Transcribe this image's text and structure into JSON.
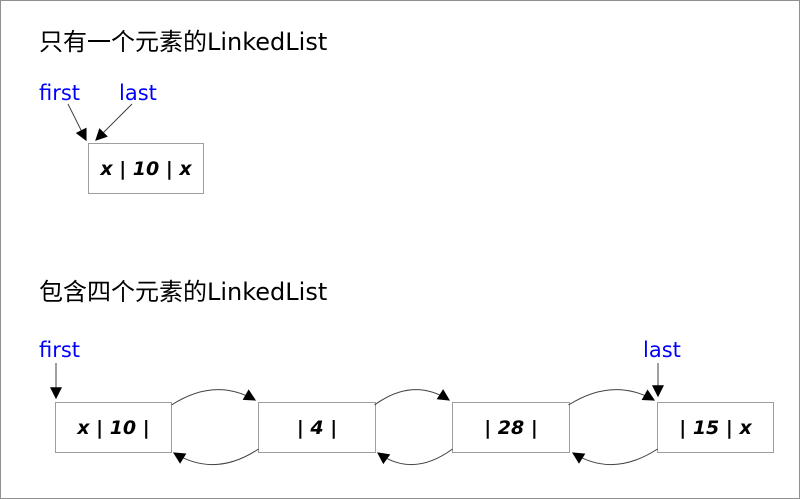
{
  "page": {
    "background": "#ffffff",
    "frame_border": "#8f8f8f"
  },
  "colors": {
    "label_blue": "#0000ff",
    "box_border": "#9e9e9e",
    "text_black": "#000000",
    "arrow_line": "#404040",
    "arrow_fill": "#000000"
  },
  "single_list": {
    "title": "只有一个元素的LinkedList",
    "first_label": "first",
    "last_label": "last",
    "node_value": "x | 10 | x"
  },
  "four_list": {
    "title": "包含四个元素的LinkedList",
    "first_label": "first",
    "last_label": "last",
    "nodes": [
      {
        "value": "x | 10 |"
      },
      {
        "value": "| 4 |"
      },
      {
        "value": "| 28 |"
      },
      {
        "value": "| 15 | x"
      }
    ]
  }
}
